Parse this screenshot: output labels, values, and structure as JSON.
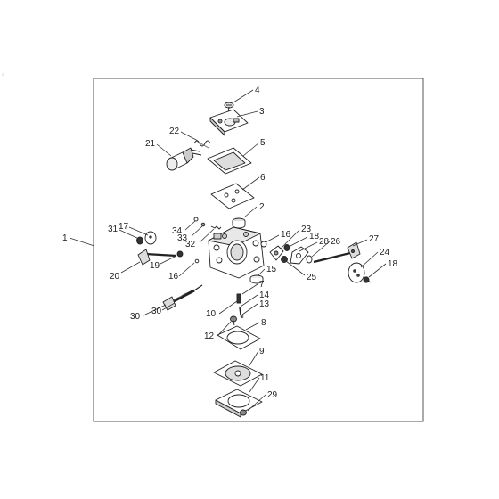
{
  "diagram": {
    "callouts": {
      "c1": "1",
      "c2": "2",
      "c3": "3",
      "c4": "4",
      "c5": "5",
      "c6": "6",
      "c7": "7",
      "c8": "8",
      "c9": "9",
      "c10": "10",
      "c11": "11",
      "c12": "12",
      "c13": "13",
      "c14": "14",
      "c15": "15",
      "c16a": "16",
      "c16b": "16",
      "c17": "17",
      "c18a": "18",
      "c18b": "18",
      "c19": "19",
      "c20": "20",
      "c21": "21",
      "c22": "22",
      "c23": "23",
      "c24": "24",
      "c25": "25",
      "c26": "26",
      "c27": "27",
      "c28": "28",
      "c29": "29",
      "c30a": "30",
      "c30b": "30",
      "c31": "31",
      "c32": "32",
      "c33": "33",
      "c34": "34"
    }
  }
}
